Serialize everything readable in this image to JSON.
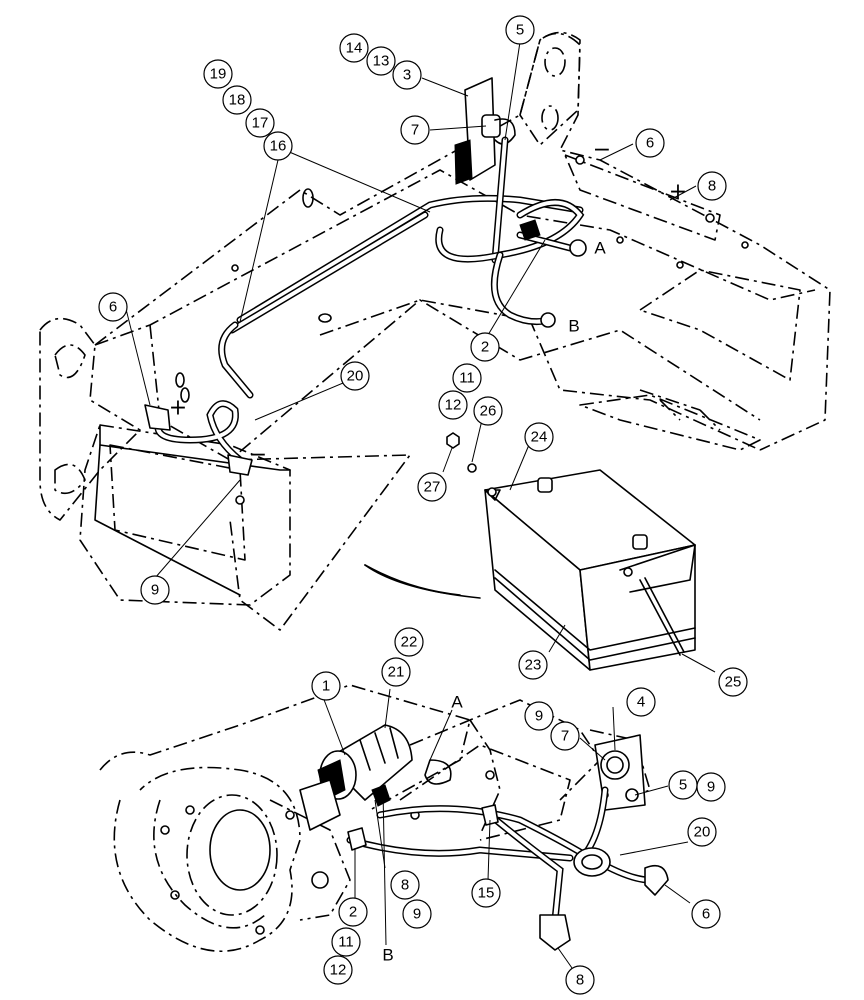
{
  "diagram": {
    "callouts": [
      "1",
      "2",
      "3",
      "4",
      "5",
      "6",
      "7",
      "8",
      "9",
      "11",
      "12",
      "13",
      "14",
      "15",
      "16",
      "17",
      "18",
      "19",
      "20",
      "21",
      "22",
      "23",
      "24",
      "25",
      "26",
      "27"
    ],
    "letters": [
      "A",
      "B"
    ],
    "signs": {
      "positive": "+",
      "negative": "−"
    }
  }
}
